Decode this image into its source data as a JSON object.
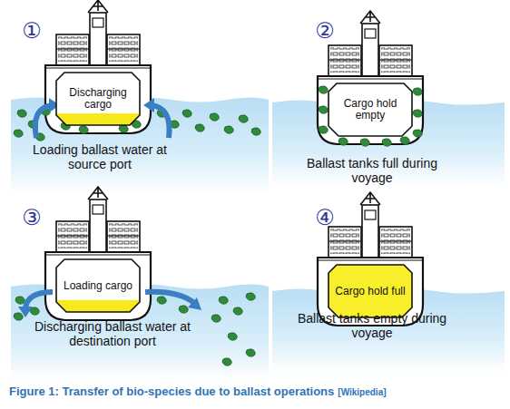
{
  "diagram": {
    "caption": "Figure 1: Transfer of bio-species due to ballast operations",
    "nodes": [
      {
        "text": [
          "Discharging cargo"
        ]
      },
      {
        "text": [
          "Cargo hold empty"
        ]
      },
      {
        "text": [
          "Loading cargo"
        ]
      },
      {
        "text": [
          "Cargo hold full"
        ]
      }
    ],
    "labels": [
      "①",
      "Loading ballast water at source port",
      "②",
      "Ballast tanks full during voyage",
      "③",
      "Discharging ballast water at destination port",
      "④",
      "Ballast tanks empty during voyage",
      "[Wikipedia]"
    ]
  }
}
